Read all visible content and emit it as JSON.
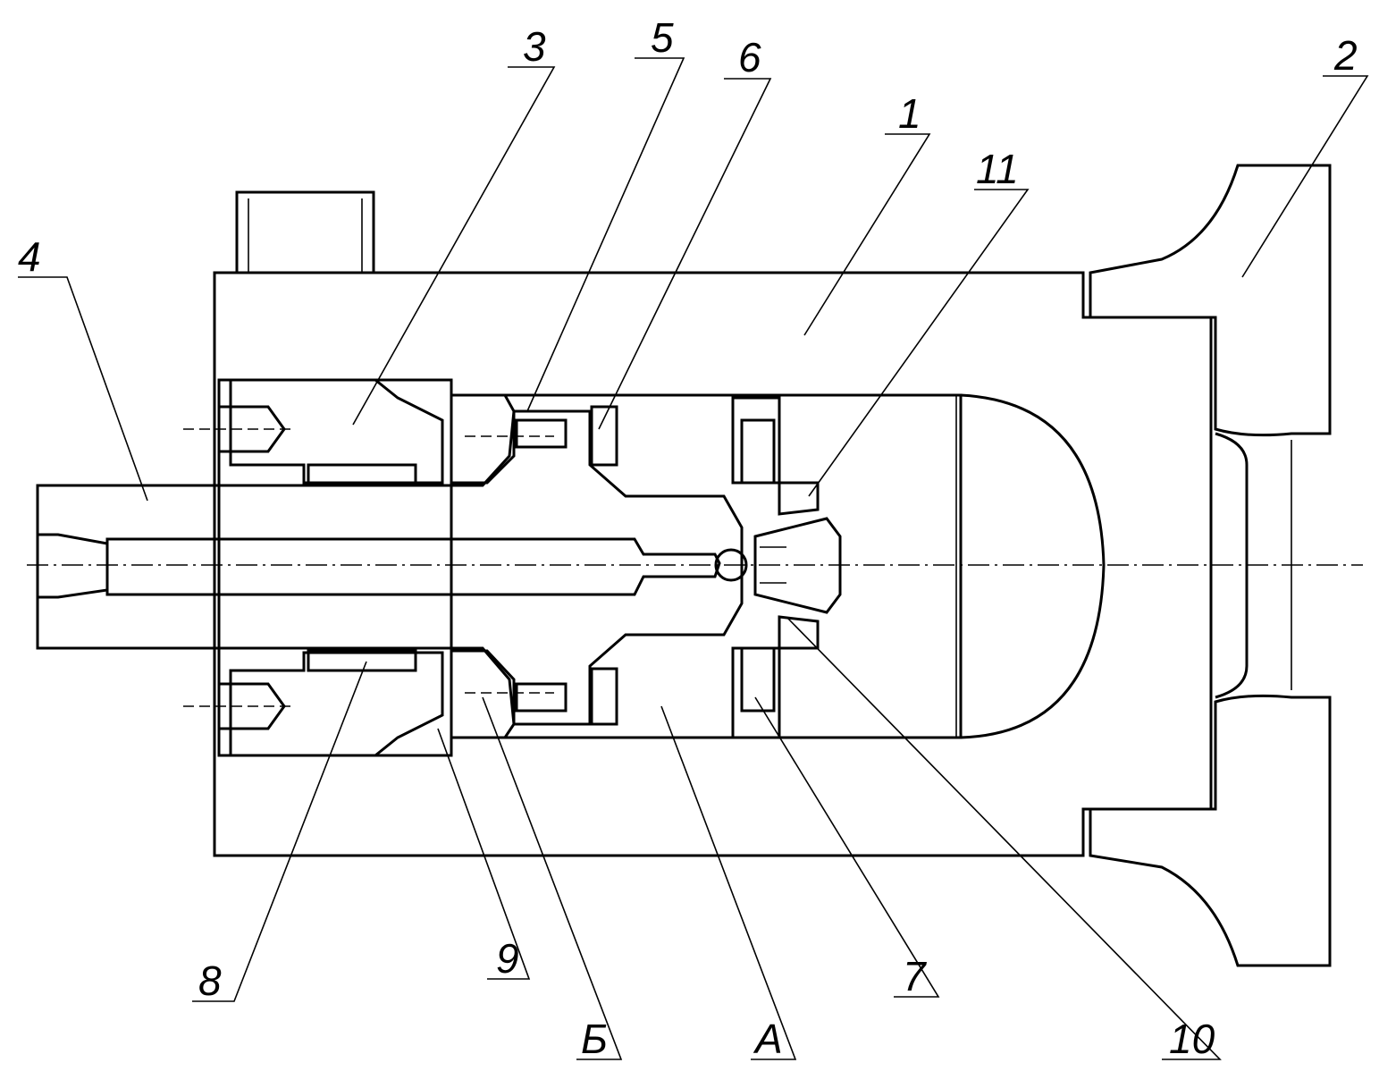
{
  "labels": {
    "l1": "1",
    "l2": "2",
    "l3": "3",
    "l4": "4",
    "l5": "5",
    "l6": "6",
    "l7": "7",
    "l8": "8",
    "l9": "9",
    "l10": "10",
    "l11": "11",
    "lA": "А",
    "lB": "Б"
  }
}
